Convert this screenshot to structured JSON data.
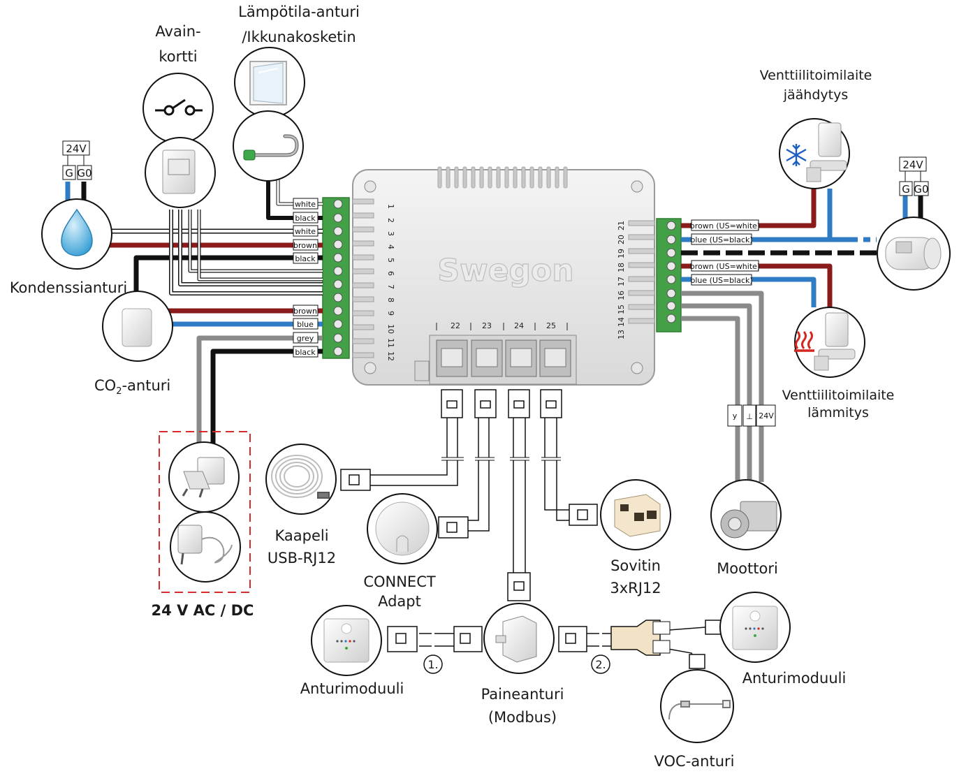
{
  "labels": {
    "avainkortti_1": "Avain-",
    "avainkortti_2": "kortti",
    "lampotila_1": "Lämpötila-anturi",
    "lampotila_2": "/Ikkunakosketin",
    "venttiili_jaah_1": "Venttiilitoimilaite",
    "venttiili_jaah_2": "jäähdytys",
    "venttiili_lamm_1": "Venttiilitoimilaite",
    "venttiili_lamm_2": "lämmitys",
    "kondenssi": "Kondenssianturi",
    "co2_pre": "CO",
    "co2_sub": "2",
    "co2_post": "-anturi",
    "power": "24 V AC / DC",
    "kaapeli_1": "Kaapeli",
    "kaapeli_2": "USB-RJ12",
    "connect_1": "CONNECT",
    "connect_2": "Adapt",
    "sovitin_1": "Sovitin",
    "sovitin_2": "3xRJ12",
    "moottori": "Moottori",
    "anturimoduuli_left": "Anturimoduuli",
    "anturimoduuli_right": "Anturimoduuli",
    "paine_1": "Paineanturi",
    "paine_2": "(Modbus)",
    "voc": "VOC-anturi",
    "brand": "Swegon",
    "step1": "1.",
    "step2": "2."
  },
  "supply_left": {
    "voltage": "24V",
    "g": "G",
    "g0": "G0"
  },
  "supply_right": {
    "voltage": "24V",
    "g": "G",
    "g0": "G0"
  },
  "motor_terminals": {
    "y": "y",
    "gnd": "⊥",
    "v": "24V"
  },
  "left_wire_tags": [
    "white",
    "black",
    "white",
    "brown",
    "black",
    "brown",
    "blue",
    "grey",
    "black"
  ],
  "right_wire_tags": [
    "brown (US=white)",
    "blue (US=black)",
    "brown (US=white)",
    "blue (US=black)"
  ],
  "left_terminal_numbers": [
    "1",
    "2",
    "3",
    "4",
    "5",
    "6",
    "7",
    "8",
    "9",
    "10",
    "11",
    "12"
  ],
  "right_terminal_numbers": [
    "21",
    "20",
    "19",
    "18",
    "17",
    "16",
    "15",
    "14",
    "13"
  ],
  "port_numbers": [
    "22",
    "23",
    "24",
    "25"
  ],
  "colors": {
    "brown": "#8b1a1a",
    "blue": "#2f7cc4",
    "grey": "#8a8a8a",
    "black": "#111111",
    "terminal_green": "#4caf50",
    "power_box": "#d62b2b",
    "snow": "#1d5fbf",
    "heat": "#d4271e"
  },
  "icons": [
    "key-switch-icon",
    "window-icon",
    "temp-probe-icon",
    "keycard-holder-icon",
    "water-drop-icon",
    "co2-sensor-icon",
    "transformer-icon",
    "power-adapter-icon",
    "usb-cable-icon",
    "connect-adapt-icon",
    "pressure-sensor-icon",
    "sensor-module-icon",
    "voc-sensor-icon",
    "rj12-splitter-icon",
    "damper-motor-icon",
    "valve-cooling-icon",
    "valve-heating-icon",
    "damper-actuator-icon",
    "snowflake-icon",
    "heat-icon"
  ]
}
